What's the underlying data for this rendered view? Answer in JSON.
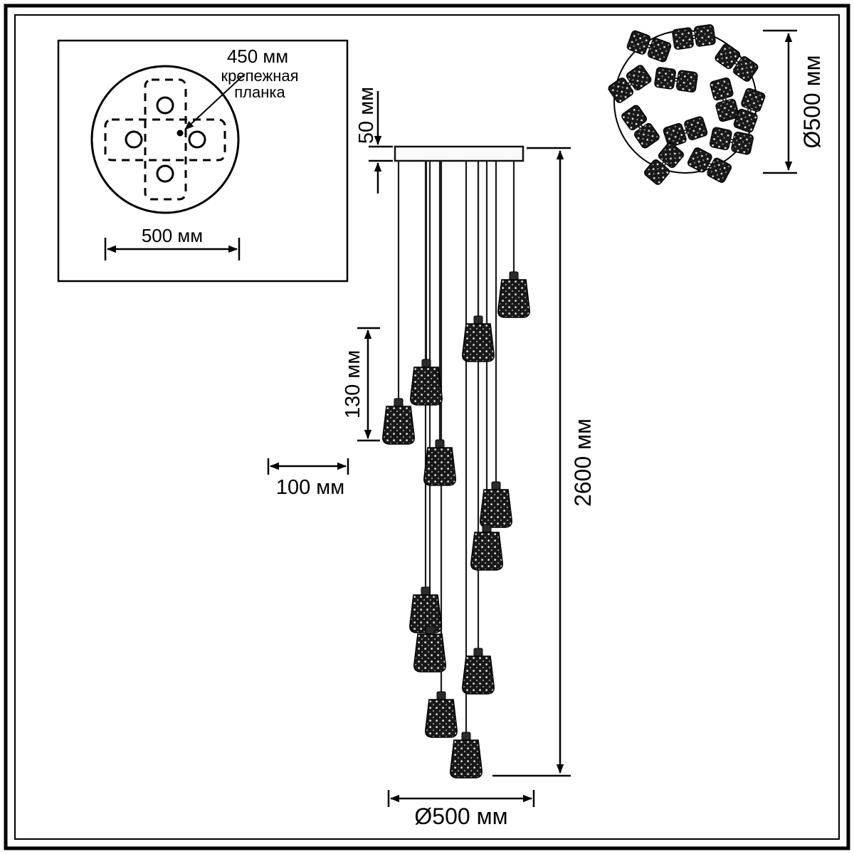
{
  "mount_detail": {
    "dim_plate": "450 мм",
    "plate_label_line1": "крепежная",
    "plate_label_line2": "планка",
    "dim_width": "500 мм"
  },
  "front_view": {
    "dim_canopy_height": "50 мм",
    "dim_shade_height": "130 мм",
    "dim_shade_width": "100 мм",
    "dim_total_drop": "2600 мм",
    "dim_spread": "Ø500 мм"
  },
  "top_view": {
    "dim_diameter": "Ø500 мм"
  },
  "colors": {
    "line": "#000000",
    "shade_fill": "#191919",
    "background": "#ffffff"
  }
}
